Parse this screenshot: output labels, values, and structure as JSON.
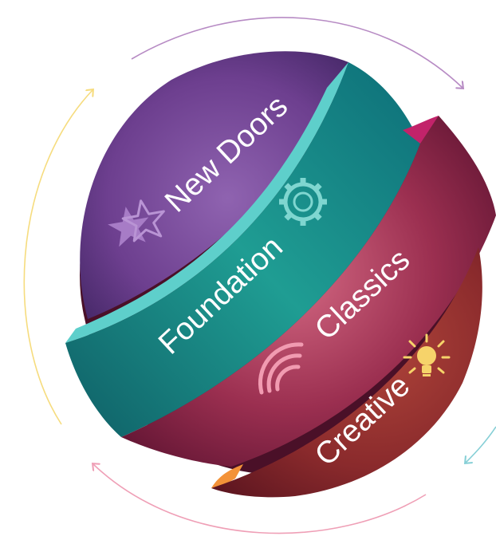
{
  "segments": [
    {
      "id": "new-doors",
      "label": "New Doors",
      "icon": "star-icon",
      "color": "#6e3f8f"
    },
    {
      "id": "foundation",
      "label": "Foundation",
      "icon": "gear-icon",
      "color": "#1a8c8c"
    },
    {
      "id": "classics",
      "label": "Classics",
      "icon": "sound-waves-icon",
      "color": "#9e2f4f"
    },
    {
      "id": "creative",
      "label": "Creative",
      "icon": "lightbulb-icon",
      "color": "#8a2a2a"
    }
  ],
  "cycle_arrows": [
    {
      "name": "top-arrow",
      "color": "#b78bc4"
    },
    {
      "name": "right-arrow",
      "color": "#86cfd6"
    },
    {
      "name": "bottom-arrow",
      "color": "#ef9fb6"
    },
    {
      "name": "left-arrow",
      "color": "#f6dc7e"
    }
  ]
}
